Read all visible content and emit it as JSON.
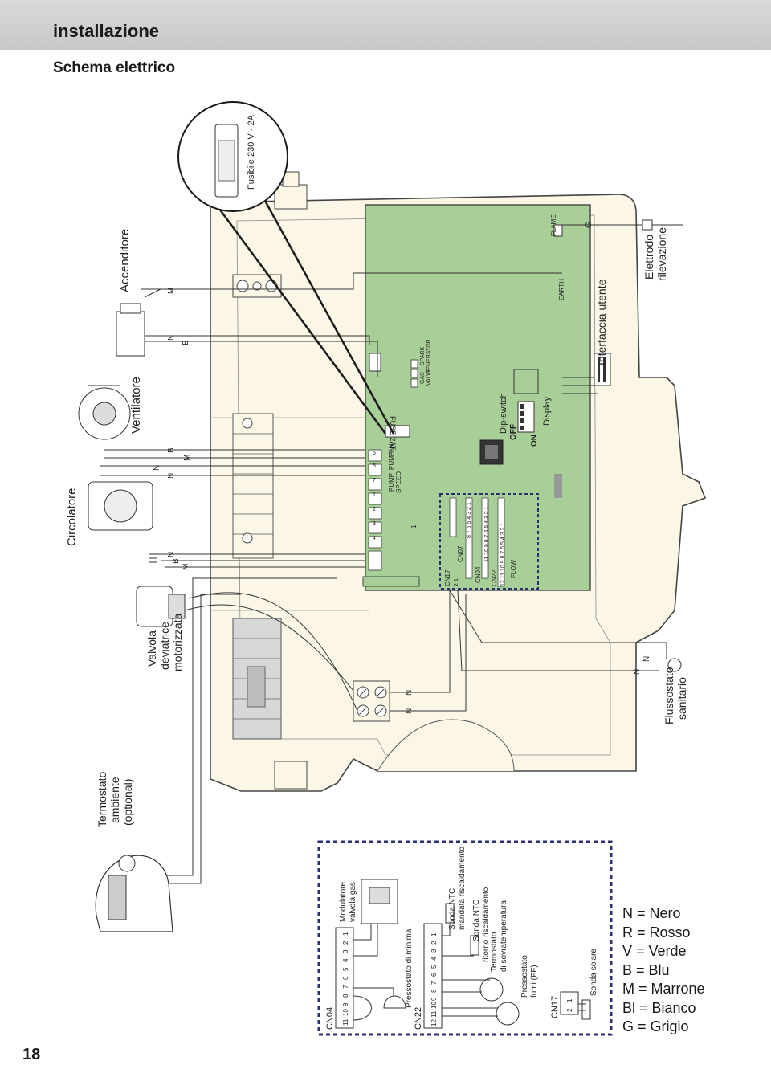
{
  "header": {
    "section_title": "installazione",
    "sub_title": "Schema elettrico"
  },
  "page_number": "18",
  "fuse": {
    "label": "Fusibile 230 V - 2A"
  },
  "components": {
    "igniter": "Accenditore",
    "fan": "Ventilatore",
    "circulator": "Circolatore",
    "diverter_valve": [
      "Valvola",
      "deviatrice",
      "motorizzata"
    ],
    "room_thermostat": [
      "Termostato",
      "ambiente",
      "(optional)"
    ],
    "flow_switch": [
      "Flussostato",
      "sanitario"
    ],
    "detection_electrode": [
      "Elettrodo",
      "rilevazione"
    ],
    "user_interface": "Interfaccia utente"
  },
  "board": {
    "fuse_label": "FUSE 2AT",
    "pump_speed": [
      "PUMP",
      "SPEED"
    ],
    "pump": "PUMP",
    "fan": "FAN",
    "gas_valve": [
      "GAS",
      "VALVE"
    ],
    "spark_generator": [
      "SPARK",
      "GENERATOR"
    ],
    "dip_switch": "Dip-switch",
    "off": "OFF",
    "on": "ON",
    "display": "Display",
    "flame": "FLAME",
    "earth": "EARTH",
    "flow": "FLOW",
    "connectors": {
      "cn17": "CN17",
      "cn07": "CN07",
      "cn04": "CN04",
      "cn22": "CN22"
    },
    "cn07_pins": "8 7 6 5 4 3 2 1",
    "cn04_pins": "11 10 9 8 7 6 5 4 3 2 1",
    "cn22_pins": "12 11 10 9 8 7 6 5 4 3 2 1",
    "cn17_pins": "2 1",
    "terminal_numbers": [
      "4",
      "3",
      "2",
      "1",
      "7",
      "6",
      "5"
    ],
    "terminal_mark": "1"
  },
  "wire_codes": {
    "N": "N",
    "M": "M",
    "B": "B",
    "G": "G"
  },
  "inset": {
    "cn04": "CN04",
    "cn04_pins": [
      "11",
      "10",
      "9",
      "8",
      "7",
      "6",
      "5",
      "4",
      "3",
      "2",
      "1"
    ],
    "cn22": "CN22",
    "cn22_pins": [
      "12",
      "11",
      "10",
      "9",
      "8",
      "7",
      "6",
      "5",
      "4",
      "3",
      "2",
      "1"
    ],
    "cn17": "CN17",
    "cn17_pins": [
      "2",
      "1"
    ],
    "gas_modulator": [
      "Modulatore",
      "valvola gas"
    ],
    "min_pressure_switch": "Pressostato di minima",
    "ntc_flow": [
      "Sonda NTC",
      "mandata riscaldamento"
    ],
    "ntc_return": [
      "Sonda NTC",
      "ritorno riscaldamento"
    ],
    "overtemp_thermostat": [
      "Termostato",
      "di sovratemperatura"
    ],
    "flue_pressure_switch": [
      "Pressostato",
      "fumi (FF)"
    ],
    "solar_probe": "Sonda solare"
  },
  "legend": [
    "N = Nero",
    "R = Rosso",
    "V = Verde",
    "B = Blu",
    "M = Marrone",
    "Bl = Bianco",
    "G = Grigio"
  ],
  "colors": {
    "board_fill": "#a9cf98",
    "chassis_fill": "#fbf6e6",
    "header_band": "#cccccc",
    "inset_border": "#2b2f6e"
  }
}
